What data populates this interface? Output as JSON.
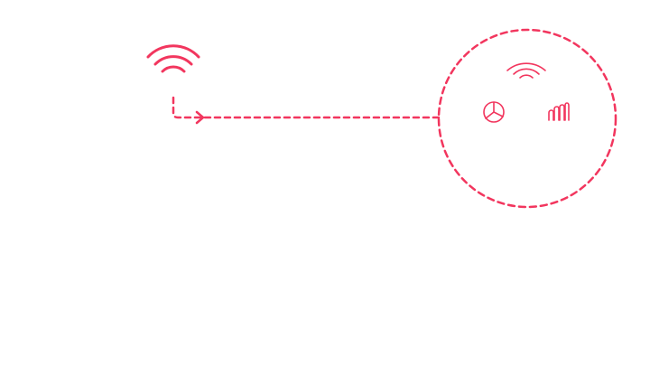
{
  "diagram": {
    "accent_color": "#f2365e",
    "background_color": "#ffffff",
    "nodes": [
      {
        "id": "source",
        "icon": "wifi-icon"
      },
      {
        "id": "hub",
        "shape": "dashed-circle",
        "icons": [
          "wifi-icon",
          "pie-chart-icon",
          "bar-chart-icon"
        ]
      }
    ],
    "edges": [
      {
        "from": "source",
        "to": "hub",
        "style": "dashed",
        "arrow": "right"
      }
    ]
  }
}
